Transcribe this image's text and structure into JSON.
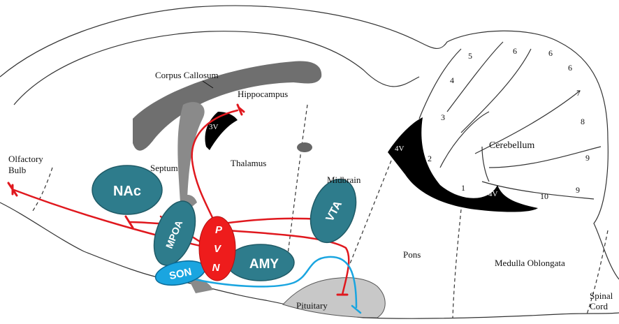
{
  "regions": {
    "olfactory_bulb": "Olfactory\nBulb",
    "corpus_callosum": "Corpus Callosum",
    "hippocampus": "Hippocampus",
    "septum": "Septum",
    "thalamus": "Thalamus",
    "midbrain": "Midbrain",
    "cerebellum": "Cerebellum",
    "pons": "Pons",
    "medulla": "Medulla Oblongata",
    "spinal_cord": "Spinal\nCord",
    "pituitary": "Pituitary",
    "third_ventricle": "3V",
    "fourth_ventricle_upper": "4V",
    "fourth_ventricle_lower": "4V"
  },
  "nuclei": {
    "nac": "NAc",
    "mpoa": "MPOA",
    "pvn_p": "P",
    "pvn_v": "V",
    "pvn_n": "N",
    "amy": "AMY",
    "vta": "VTA",
    "son": "SON"
  },
  "cerebellar_lobules": [
    "1",
    "2",
    "3",
    "4",
    "5",
    "6",
    "6",
    "6",
    "7",
    "8",
    "9",
    "9",
    "10"
  ],
  "colors": {
    "nucleus_fill": "#2e7c8c",
    "pvn_fill": "#ee1c1c",
    "projection_red": "#e0181e",
    "projection_blue": "#1aa5e0",
    "white_matter": "#707070",
    "ventricle": "#000000",
    "pituitary_fill": "#c8c8c8"
  }
}
